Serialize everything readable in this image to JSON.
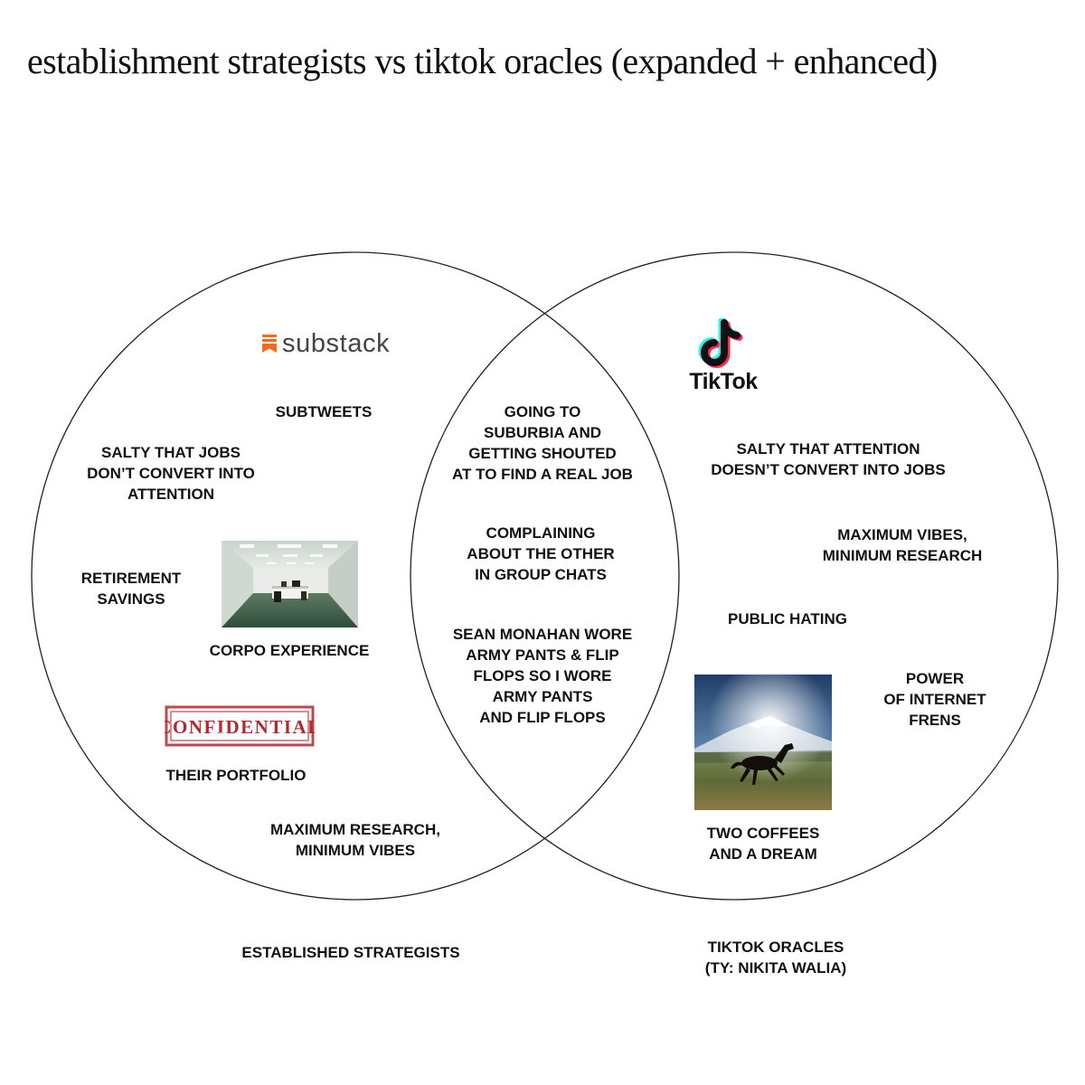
{
  "title": "establishment strategists vs tiktok oracles (expanded + enhanced)",
  "logos": {
    "substack": "substack",
    "tiktok": "TikTok"
  },
  "images": {
    "office": "office-photo",
    "confidential": "CONFIDENTIAL",
    "horse": "horse-mountain-photo"
  },
  "left": {
    "items": [
      "SUBTWEETS",
      "SALTY THAT JOBS\nDON’T CONVERT INTO\nATTENTION",
      "RETIREMENT\nSAVINGS",
      "CORPO EXPERIENCE",
      "THEIR PORTFOLIO",
      "MAXIMUM RESEARCH,\nMINIMUM VIBES"
    ],
    "caption": "ESTABLISHED STRATEGISTS"
  },
  "overlap": {
    "items": [
      "GOING TO\nSUBURBIA AND\nGETTING SHOUTED\nAT TO FIND A REAL JOB",
      "COMPLAINING\nABOUT THE OTHER\nIN GROUP CHATS",
      "SEAN MONAHAN WORE\nARMY PANTS & FLIP\nFLOPS SO I WORE\nARMY PANTS\nAND FLIP FLOPS"
    ]
  },
  "right": {
    "items": [
      "SALTY THAT ATTENTION\nDOESN’T CONVERT INTO JOBS",
      "MAXIMUM VIBES,\nMINIMUM RESEARCH",
      "PUBLIC HATING",
      "POWER\nOF INTERNET\nFRENS",
      "TWO COFFEES\nAND A DREAM"
    ],
    "caption": "TIKTOK ORACLES\n(TY: NIKITA WALIA)"
  }
}
